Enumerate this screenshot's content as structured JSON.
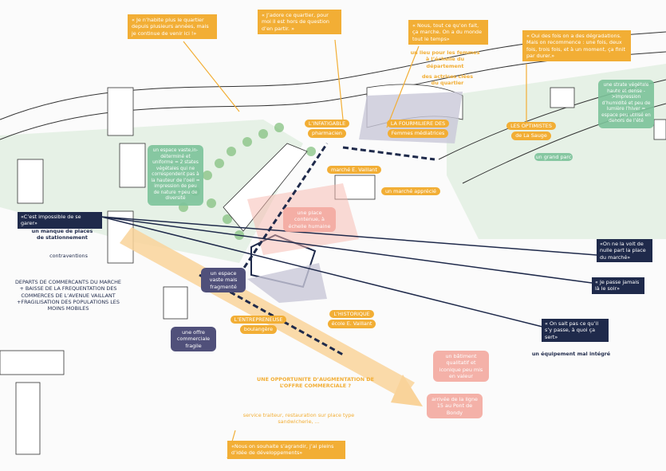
{
  "quotes": {
    "habite": "« Je n’habite plus le quartier depuis plusieurs années, mais je continue de venir  ici !»",
    "adore": "« J’adore ce quartier, pour moi il est hors de question d’en partir. »",
    "marche": "« Nous, tout ce qu’on fait,  ça marche. On a du monde tout le temps»",
    "degradations": "« Oui des fois on a des dégradations. Mais on recommence : une fois, deux fois, trois fois, et à un moment, ça finit par durer.»",
    "garer": "«C’est impossible de se garer»",
    "voit": "«On ne la voit de nulle part la place du marché»",
    "soir": "« Je passe jamais là le soir»",
    "sait": "« On sait pas ce qu’il s’y passe, à quoi ça sert»",
    "agrandir": "«Nous on souhaite s’agrandir, j’ai pleins d’idée de développements»"
  },
  "actors": {
    "infatigable": [
      "L’INFATIGABLE",
      "pharmacien"
    ],
    "fourmiliere": [
      "LA FOURMILIERE DES",
      "Femmes médiatrices"
    ],
    "optimistes": [
      "LES OPTIMISTES",
      "de La Sauge"
    ],
    "marche": "marché E. Vaillant",
    "apprecie": "un marché apprécié",
    "entrepreneuse": [
      "L’ENTREPRENEUSE",
      "boulangère"
    ],
    "historique": [
      "L’HISTORIQUE",
      "école E. Vaillant"
    ]
  },
  "notes": {
    "lieu_femmes": "un lieu pour les femmes à l’échelle du département",
    "actrices": "des actrices clées du quartier",
    "strate": "une strate végétale haute et dense ->impression d’humidité et peu de lumière l’hiver = espace peu utilisé en dehors de l’été",
    "grand_parc": "un grand parc",
    "espace_vaste": "un espace vaste,in-déterminé et uniforme = 2 states végétales qui ne correspondent pas à la hauteur de l’oeil = impression de peu de nature +peu de diversité",
    "place_contenue": "une place contenue, à échelle humaine",
    "manque_places": "un manque de places de stationnement",
    "contraventions": "contraventions",
    "departs": "DEPARTS DE COMMERCANTS DU MARCHE + BAISSE DE LA FREQUENTATION DES COMMERCES DE L’AVENUE VAILLANT +FRAGILISATION DES POPULATIONS LES MOINS MOBILES",
    "fragmente": "un espace vaste mais fragmenté",
    "offre_fragile": "une offre commerciale fragile",
    "equipement": "un équipement mal intégré",
    "batiment": "un bâtiment qualitatif et iconique peu mis en valeur",
    "ligne15": "arrivée de la ligne 15 au Pont de Bondy",
    "opportunite": "UNE OPPORTUNITE D’AUGMENTATION DE L’OFFRE COMMERCIALE ?",
    "traiteur": "service traiteur, restauration sur place type sandwicherie, ..."
  },
  "colors": {
    "orange": "#f2ae35",
    "navy": "#1f2a4b",
    "green": "#7cc39a",
    "pink": "#f4aaa0",
    "slate": "#50507a"
  }
}
